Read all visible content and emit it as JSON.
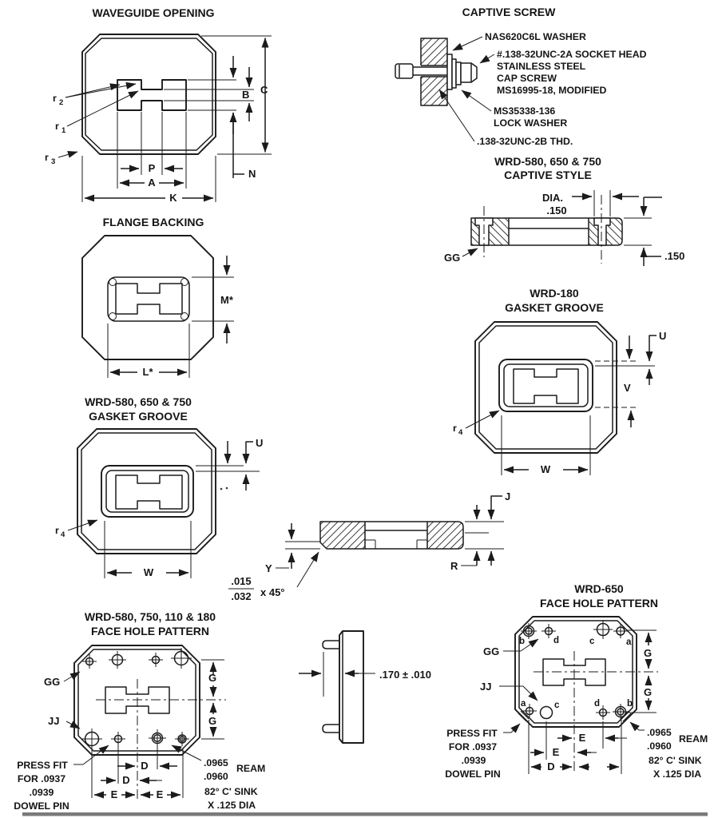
{
  "dims": {
    "A": "A",
    "B": "B",
    "C": "C",
    "K": "K",
    "N": "N",
    "P": "P",
    "G": "G",
    "D": "D",
    "E": "E",
    "U": "U",
    "V": "V",
    "W": "W",
    "J": "J",
    "Y": "Y",
    "R": "R",
    "M": "M*",
    "L": "L*",
    "GG": "GG",
    "JJ": "JJ",
    "r": "r",
    "sub1": "1",
    "sub2": "2",
    "sub3": "3",
    "sub4": "4",
    "a": "a",
    "b": "b",
    "c": "c",
    "d": "d"
  },
  "notes": {
    "press_fit": [
      "PRESS FIT",
      "FOR .0937",
      ".0939",
      "DOWEL PIN"
    ],
    "ream": [
      ".0965",
      ".0960",
      "REAM",
      "82° C' SINK",
      "X .125 DIA"
    ]
  },
  "panels": {
    "waveguide_opening": {
      "title": "WAVEGUIDE OPENING"
    },
    "captive_screw": {
      "title": "CAPTIVE SCREW",
      "washer": "NAS620C6L WASHER",
      "cap_screw": [
        "#.138-32UNC-2A SOCKET HEAD",
        "STAINLESS STEEL",
        "CAP SCREW",
        "MS16995-18, MODIFIED"
      ],
      "lock_washer": [
        "MS35338-136",
        "LOCK WASHER"
      ],
      "thread": ".138-32UNC-2B THD."
    },
    "captive_style": {
      "title1": "WRD-580, 650 & 750",
      "title2": "CAPTIVE STYLE",
      "dia": "DIA.",
      "dia_value": ".150",
      "depth": ".150"
    },
    "flange_backing": {
      "title": "FLANGE BACKING"
    },
    "gasket_groove_180": {
      "title1": "WRD-180",
      "title2": "GASKET GROOVE"
    },
    "gasket_groove_580": {
      "title1": "WRD-580, 650 & 750",
      "title2": "GASKET GROOVE"
    },
    "cross_section": {
      "chamfer_top": ".015",
      "chamfer_bottom": ".032",
      "chamfer_angle": "x 45°"
    },
    "face_pattern_580": {
      "title1": "WRD-580, 750, 110 & 180",
      "title2": "FACE HOLE PATTERN"
    },
    "side_view": {
      "thickness": ".170 ± .010"
    },
    "face_pattern_650": {
      "title1": "WRD-650",
      "title2": "FACE HOLE PATTERN"
    }
  }
}
